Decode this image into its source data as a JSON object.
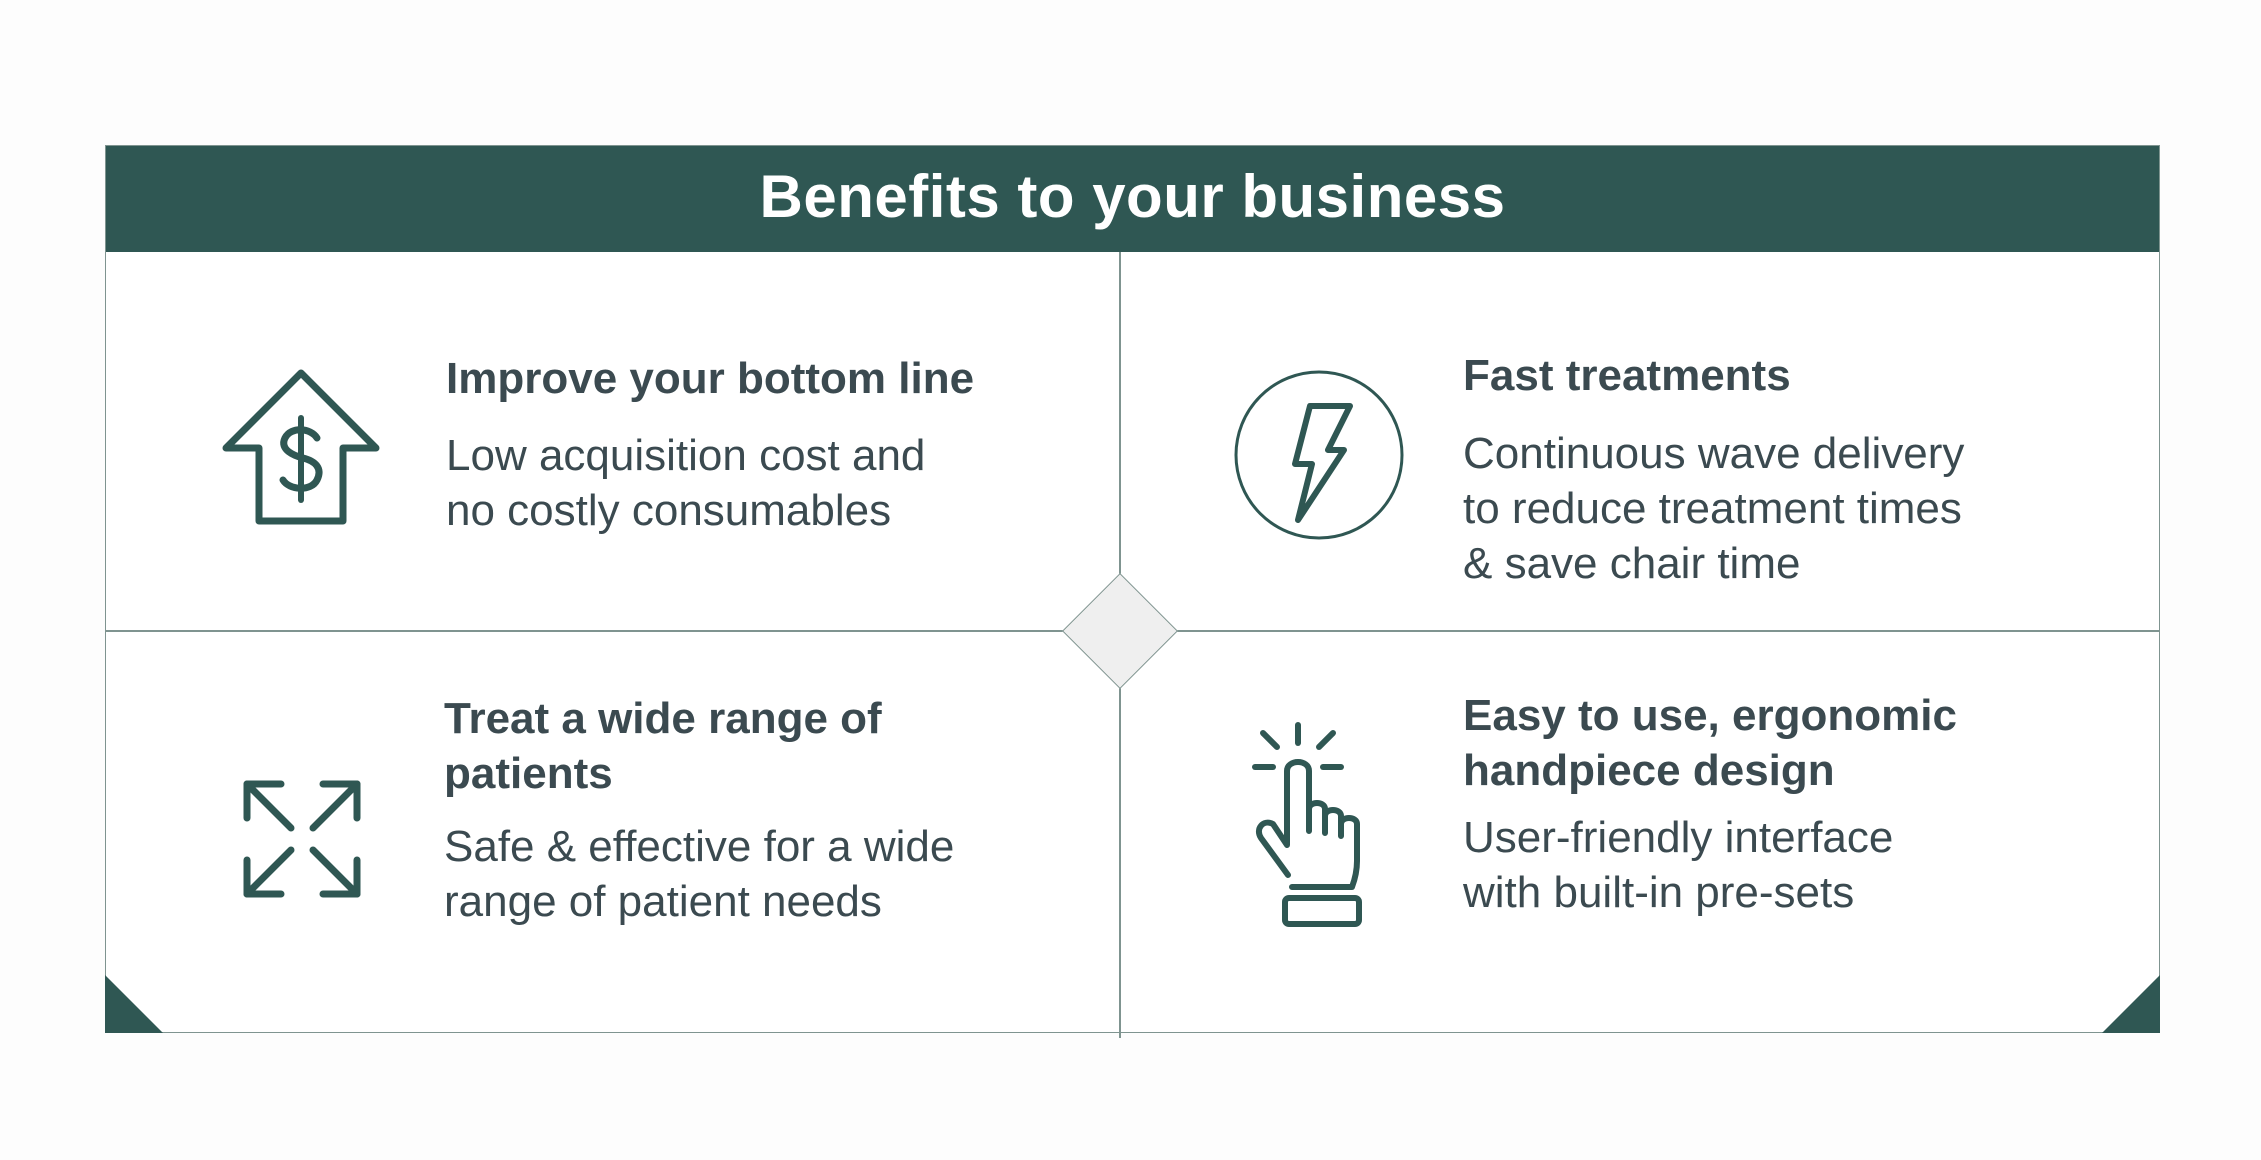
{
  "header": {
    "title": "Benefits to your business"
  },
  "benefits": [
    {
      "title_lines": [
        "Improve your bottom line"
      ],
      "desc_lines": [
        "Low acquisition cost and",
        "no costly consumables"
      ],
      "icon": "house-dollar-icon"
    },
    {
      "title_lines": [
        "Fast treatments"
      ],
      "desc_lines": [
        "Continuous wave delivery",
        "to reduce treatment times",
        "& save chair time"
      ],
      "icon": "lightning-circle-icon"
    },
    {
      "title_lines": [
        "Treat a wide range of",
        "patients"
      ],
      "desc_lines": [
        "Safe & effective for a wide",
        "range of patient needs"
      ],
      "icon": "expand-arrows-icon"
    },
    {
      "title_lines": [
        "Easy to use, ergonomic",
        "handpiece design"
      ],
      "desc_lines": [
        "User-friendly interface",
        "with built-in pre-sets"
      ],
      "icon": "tap-hand-icon"
    }
  ],
  "colors": {
    "brand": "#2f5753",
    "text": "#3b4a50",
    "divider": "#7f9490",
    "diamond_fill": "#efefef"
  }
}
